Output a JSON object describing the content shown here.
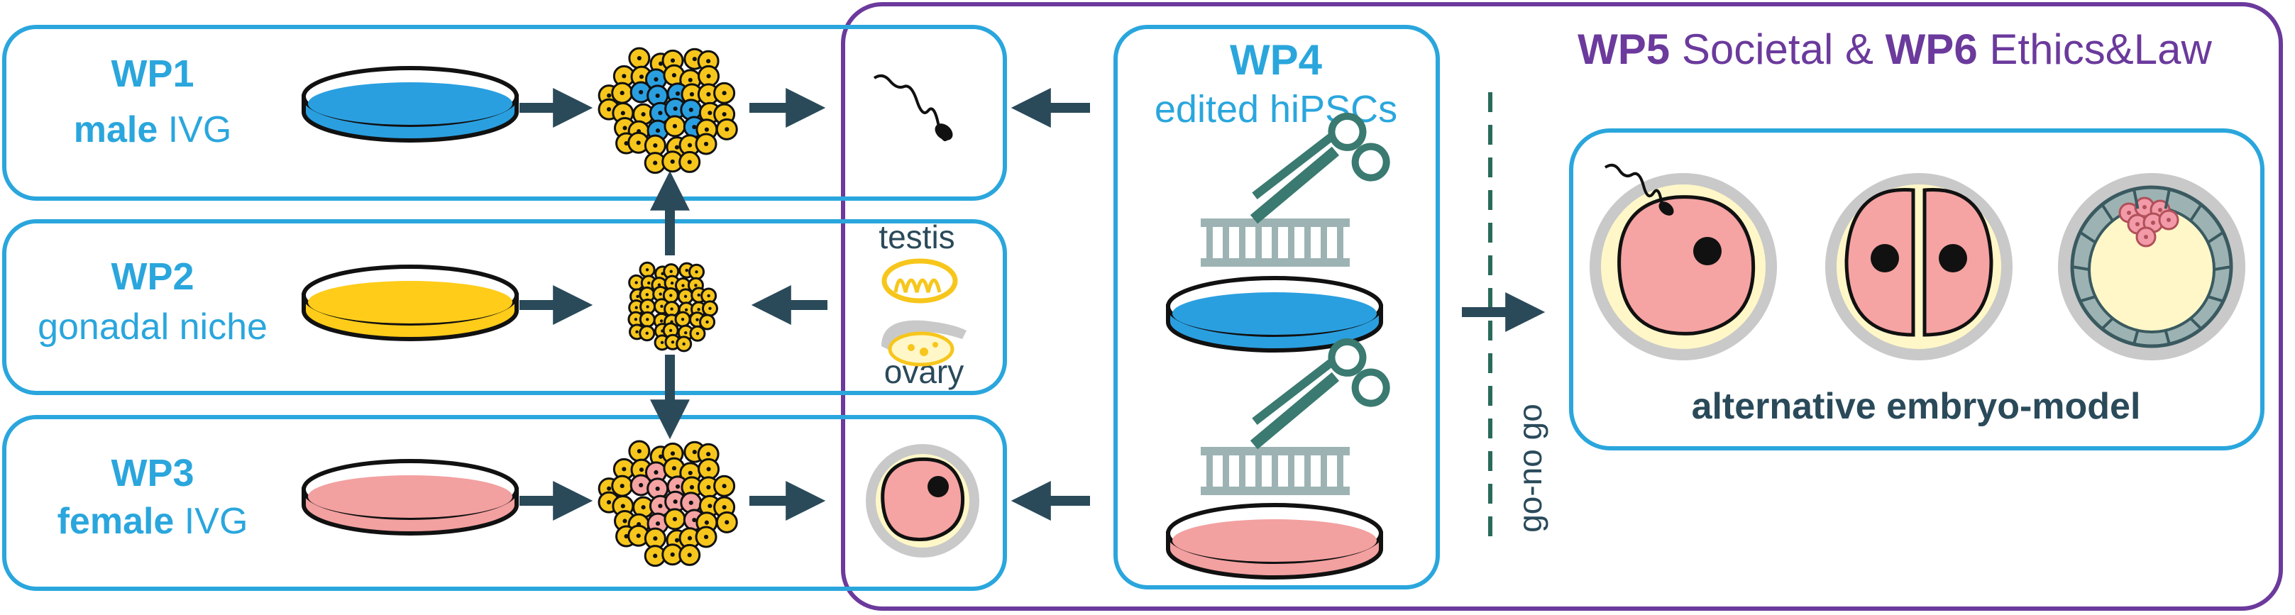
{
  "colors": {
    "blue": "#2aa6dd",
    "purple": "#6b3a9c",
    "arrow": "#2a4a5a",
    "medium_blue": "#2a9fe0",
    "medium_yellow": "#ffcc1a",
    "medium_pink": "#f3a0a0",
    "cell_yellow": "#f7c61c",
    "oocyte_pink": "#f5a3a3",
    "cream": "#fff7c8",
    "zona_grey": "#c9c9c9",
    "dna_grey": "#9db3b3"
  },
  "wp1": {
    "title": "WP1",
    "bold": "male",
    "rest": " IVG"
  },
  "wp2": {
    "title": "WP2",
    "sub": "gonadal niche",
    "testis": "testis",
    "ovary": "ovary"
  },
  "wp3": {
    "title": "WP3",
    "bold": "female",
    "rest": " IVG"
  },
  "wp4": {
    "title": "WP4",
    "sub": "edited hiPSCs"
  },
  "wp56": {
    "t1": "WP5",
    "t2": " Societal & ",
    "t3": "WP6",
    "t4": " Ethics&Law"
  },
  "gonogo": "go-no go",
  "model_label": "alternative embryo-model",
  "icons": [
    "petri-dish-icon",
    "cell-aggregate-icon",
    "sperm-icon",
    "oocyte-icon",
    "scissors-icon",
    "dna-ladder-icon",
    "testis-icon",
    "ovary-icon",
    "embryo-icon"
  ]
}
